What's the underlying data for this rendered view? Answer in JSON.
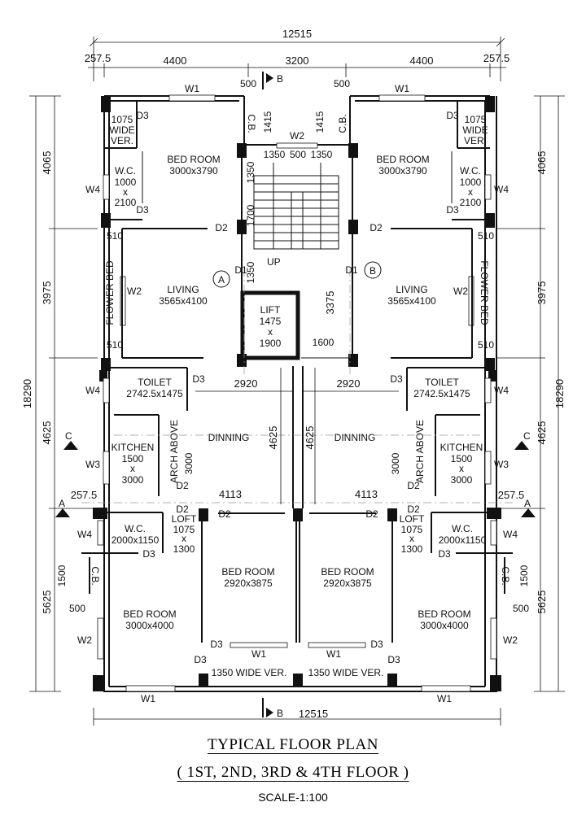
{
  "title": "TYPICAL FLOOR PLAN",
  "subtitle": "( 1ST, 2ND, 3RD & 4TH FLOOR )",
  "scale": "SCALE-1:100",
  "dimensions": {
    "overall_top": "12515",
    "overall_bottom": "12515",
    "top_segments": [
      "257.5",
      "4400",
      "3200",
      "4400",
      "257.5"
    ],
    "side_total": "18290",
    "side_segments": [
      "4065",
      "3975",
      "4625",
      "5625"
    ],
    "cb_width": "500",
    "cb_depth": "1415",
    "stair_widths": [
      "1350",
      "500",
      "1350"
    ],
    "stair_flight_a": "1350",
    "stair_flight_b": "1700",
    "stair_landing": "1350",
    "lift_to_wall": "3375",
    "lift_lobby": "1600",
    "dining_width": "2920",
    "dining_depth": "4625",
    "kitchen_depth": "3000",
    "corridor_width": "4113",
    "cb_lower_depth": "1500",
    "flower_bed_offset": "510",
    "offset_257": "257.5"
  },
  "rooms": {
    "bed_room": "BED ROOM",
    "bed_room_top_size": "3000x3790",
    "bed_room_mid_size": "2920x3875",
    "bed_room_low_size": "3000x4000",
    "wc": "W.C.",
    "wc_top_size_1": "1000",
    "wc_top_size_x": "x",
    "wc_top_size_2": "2100",
    "wc_low_size": "2000x1150",
    "living": "LIVING",
    "living_size": "3565x4100",
    "toilet": "TOILET",
    "toilet_size": "2742.5x1475",
    "kitchen": "KITCHEN",
    "kitchen_size_1": "1500",
    "kitchen_size_x": "x",
    "kitchen_size_2": "3000",
    "dining": "DINNING",
    "lift": "LIFT",
    "lift_size_1": "1475",
    "lift_size_x": "x",
    "lift_size_2": "1900",
    "loft": "LOFT",
    "loft_size_1": "1075",
    "loft_size_x": "x",
    "loft_size_2": "1300",
    "ver_top_1": "1075",
    "ver_top_2": "WIDE",
    "ver_top_3": "VER.",
    "ver_bottom": "1350  WIDE  VER.",
    "flower_bed": "FLOWER BED",
    "arch_above": "ARCH  ABOVE",
    "cb": "C.B.",
    "up": "UP"
  },
  "tags": {
    "w1": "W1",
    "w2": "W2",
    "w3": "W3",
    "w4": "W4",
    "d1": "D1",
    "d2": "D2",
    "d3": "D3",
    "flat_a": "A",
    "flat_b": "B",
    "section_a": "A",
    "section_b": "B",
    "section_c": "C"
  }
}
